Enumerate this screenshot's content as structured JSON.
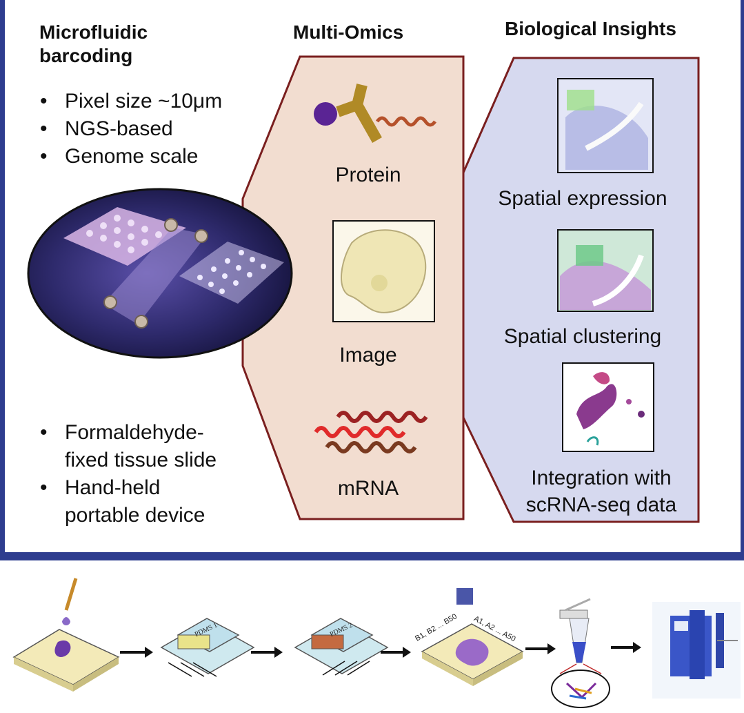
{
  "sections": {
    "microfluidic": {
      "title_line1": "Microfluidic",
      "title_line2": "barcoding",
      "features": [
        "Pixel size ~10μm",
        "NGS-based",
        "Genome scale"
      ],
      "device_notes": [
        {
          "line1": "Formaldehyde-",
          "line2": "fixed tissue slide"
        },
        {
          "line1": "Hand-held",
          "line2": "portable device"
        }
      ]
    },
    "multi_omics": {
      "title": "Multi-Omics",
      "items": [
        "Protein",
        "Image",
        "mRNA"
      ]
    },
    "insights": {
      "title": "Biological Insights",
      "items": [
        {
          "line1": "Spatial expression",
          "line2": ""
        },
        {
          "line1": "Spatial clustering",
          "line2": ""
        },
        {
          "line1": "Integration with",
          "line2": "scRNA-seq data"
        }
      ]
    }
  },
  "workflow": {
    "pdms1_label": "PDMS 1",
    "pdms2_label": "PDMS 2",
    "barcode_label_b": "B1, B2 ... B50",
    "barcode_label_a": "A1, A2 ... A50"
  },
  "colors": {
    "frame": "#2e3d8f",
    "omics_fill": "#f2ddd0",
    "insights_fill": "#d6d9ef",
    "panel_border": "#7a1f1f"
  }
}
